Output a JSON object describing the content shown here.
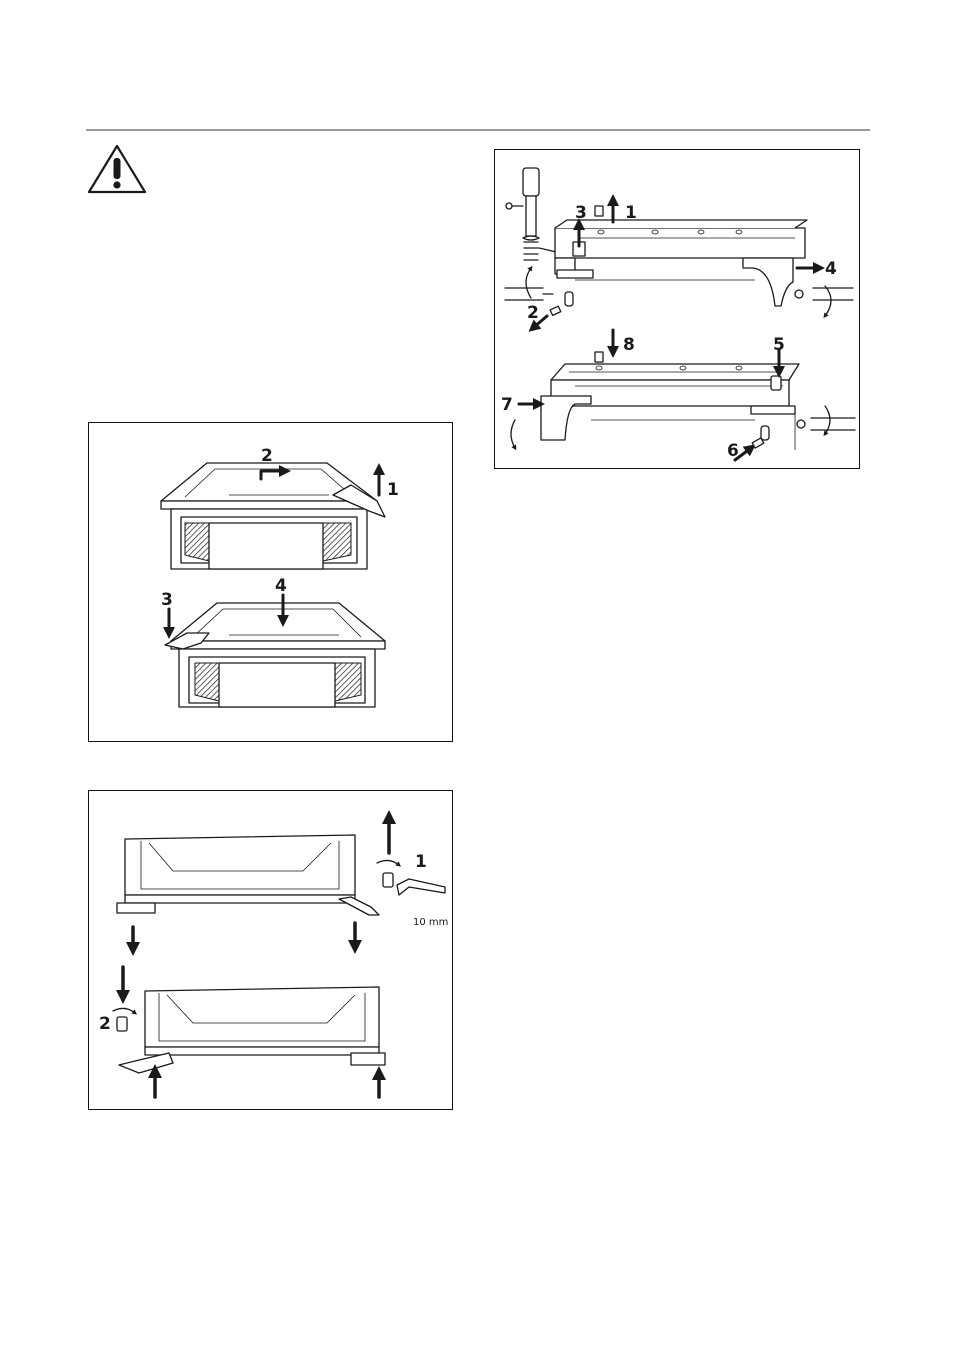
{
  "figure_hinge_top": {
    "labels": {
      "n1": "1",
      "n2": "2",
      "n3": "3",
      "n4": "4",
      "n5": "5",
      "n6": "6",
      "n7": "7",
      "n8": "8"
    }
  },
  "figure_door": {
    "labels": {
      "n1": "1",
      "n2": "2",
      "n3": "3",
      "n4": "4"
    }
  },
  "figure_feet": {
    "labels": {
      "n1": "1",
      "n2": "2",
      "wrench_size": "10 mm"
    }
  },
  "icons": {
    "warning": "warning-triangle-icon"
  }
}
